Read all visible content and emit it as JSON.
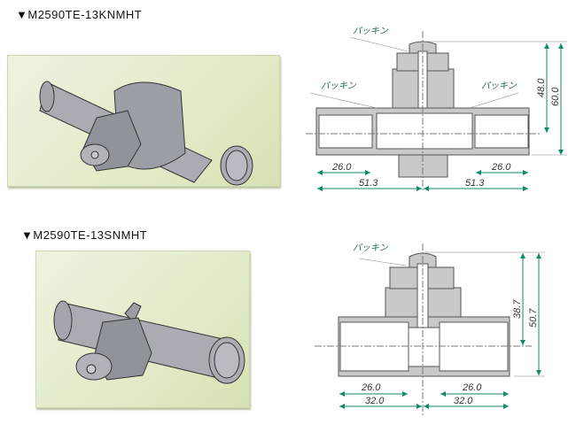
{
  "products": [
    {
      "title": "▼M2590TE-13KNMHT",
      "illustration": "saddle-tee-fitting-3d",
      "drawing": {
        "labels": [
          "パッキン",
          "パッキン",
          "パッキン"
        ],
        "dims": {
          "left_inner": "26.0",
          "right_inner": "26.0",
          "left_total": "51.3",
          "right_total": "51.3",
          "height_center": "48.0",
          "height_total": "60.0"
        }
      }
    },
    {
      "title": "▼M2590TE-13SNMHT",
      "illustration": "tee-fitting-3d",
      "drawing": {
        "labels": [
          "パッキン"
        ],
        "dims": {
          "left_inner": "26.0",
          "right_inner": "26.0",
          "left_total": "32.0",
          "right_total": "32.0",
          "height_center": "38.7",
          "height_total": "50.7"
        }
      }
    }
  ],
  "colors": {
    "dimension_arrow": "#0f8a6a",
    "panel": "#e2ebc8",
    "part_gray": "#9a9ea5"
  }
}
